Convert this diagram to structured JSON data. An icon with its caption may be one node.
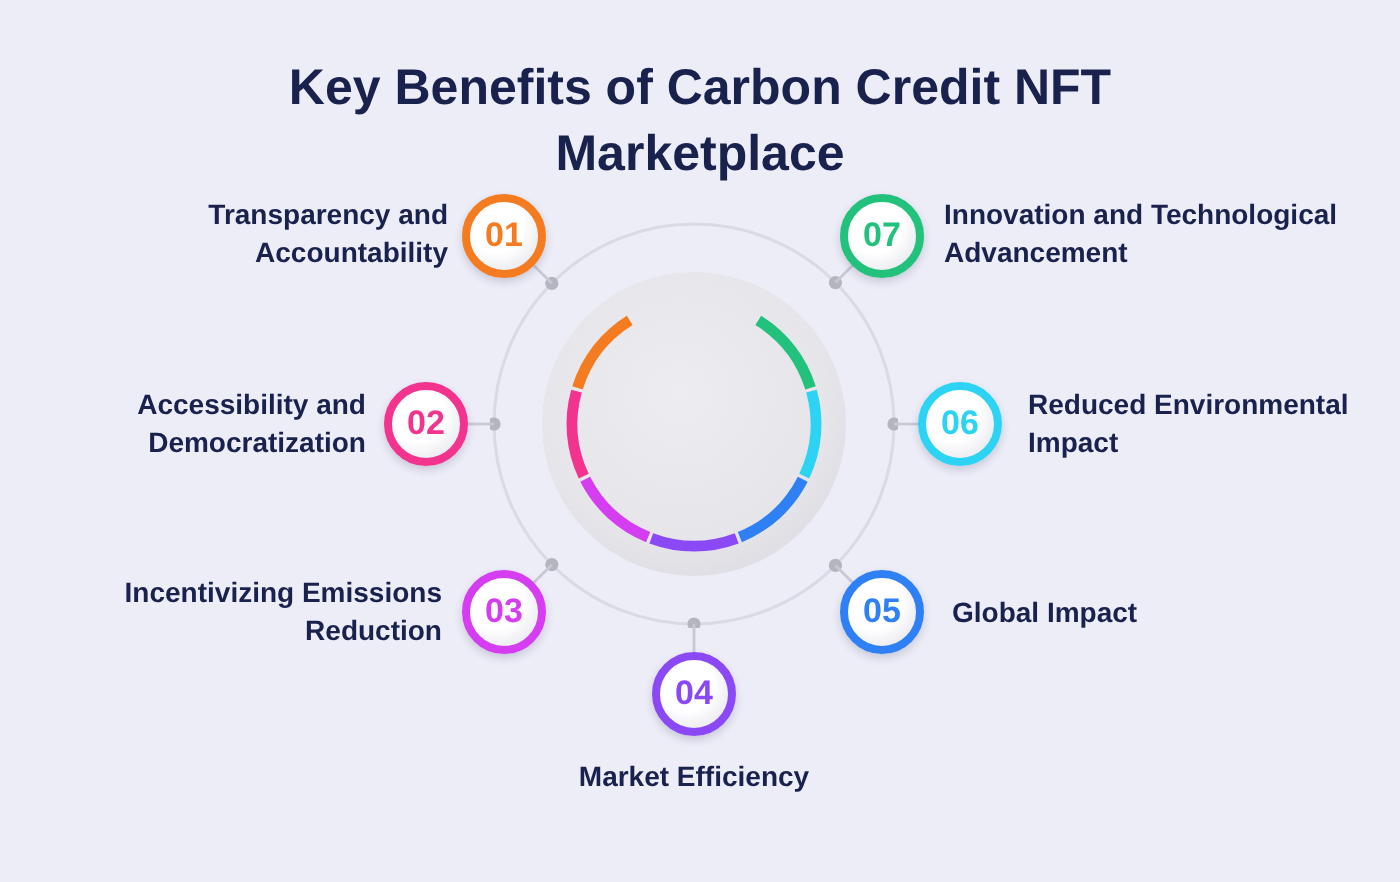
{
  "diagram": {
    "title": "Key Benefits of Carbon Credit NFT Marketplace",
    "nodes": [
      {
        "text": [
          "01"
        ],
        "beside": [
          "Transparency and Accountability"
        ]
      },
      {
        "text": [
          "02"
        ],
        "beside": [
          "Accessibility and Democratization"
        ]
      },
      {
        "text": [
          "03"
        ],
        "beside": [
          "Incentivizing Emissions Reduction"
        ]
      },
      {
        "text": [
          "04"
        ],
        "beside": [
          "Market Efficiency"
        ]
      },
      {
        "text": [
          "05"
        ],
        "beside": [
          "Global Impact"
        ]
      },
      {
        "text": [
          "06"
        ],
        "beside": [
          "Reduced Environmental Impact"
        ]
      },
      {
        "text": [
          "07"
        ],
        "beside": [
          "Innovation and Technological Advancement"
        ]
      },
      {
        "text": [],
        "shape": "circle"
      }
    ],
    "edges": [
      {
        "from": 0,
        "to": 7,
        "arrow": "none"
      },
      {
        "from": 1,
        "to": 7,
        "arrow": "none"
      },
      {
        "from": 2,
        "to": 7,
        "arrow": "none"
      },
      {
        "from": 3,
        "to": 7,
        "arrow": "none"
      },
      {
        "from": 4,
        "to": 7,
        "arrow": "none"
      },
      {
        "from": 5,
        "to": 7,
        "arrow": "none"
      },
      {
        "from": 6,
        "to": 7,
        "arrow": "none"
      }
    ]
  }
}
